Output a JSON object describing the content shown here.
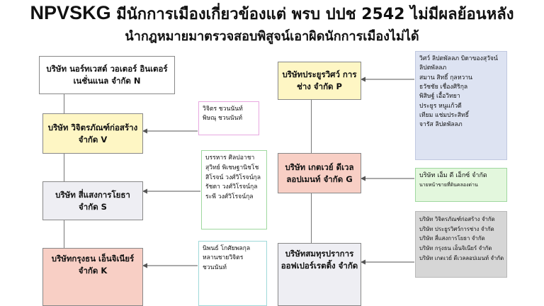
{
  "title": {
    "line1_prefix": "NPVSKG",
    "line1_rest": "มีนักการเมืองเกี่ยวข้องแต่ พรบ ปปช 2542 ไม่มีผลย้อนหลัง",
    "line2": "นำกฎหมายมาตรวจสอบพิสูจน์เอาผิดนักการเมืองไม่ได้"
  },
  "companies": {
    "n": {
      "line1": "บริษัท นอร์ทเวสต์ วอเตอร์ อินเตอร์",
      "line2": "เนชั่นแนล จำกัด N"
    },
    "v": {
      "line1": "บริษัท วิจิตรภัณฑ์ก่อสร้าง",
      "line2": "จำกัด V"
    },
    "s": {
      "line1": "บริษัท สี่แสงการโยธา",
      "line2": "จำกัด S"
    },
    "k": {
      "line1": "บริษัทกรุงธน เอ็นจิเนียร์",
      "line2": "จำกัด K"
    },
    "p": {
      "line1": "บริษัทประยูรวิศว์ การ",
      "line2": "ช่าง จำกัด P"
    },
    "g": {
      "line1": "บริษัท เกตเวย์ ดีเวล",
      "line2": "ลอปเมนท์ จำกัด G"
    },
    "o": {
      "line1": "บริษัทสมทุรปราการ",
      "line2": "ออฟเปอร์เรตติ้ง จำกัด"
    }
  },
  "notes": {
    "v_people": [
      "วิจิตร ชวนนันท์",
      "พิษณุ ชวนนันท์"
    ],
    "s_people": [
      "บรรหาร ศิลปอาชา",
      "สุวิทย์ พิเชษฐานิชโช",
      "สิโรจน์ วงศ์วิโรจน์กุล",
      "รัชดา วงศ์วิโรจน์กุล",
      "ระพี วงศ์วิโรจน์กุล"
    ],
    "k_people": [
      "นิพนธ์ โกศัยพลกุล",
      "หลานชายวิจิตร",
      "ชวนนันท์"
    ],
    "p_people": [
      "วิศว์ ลิปตพัลลภ บิดาของสุวัจน์",
      "ลิปตพัลลภ",
      "สมาน สิทธิ์ กุลหวาน",
      "ธวัชชัย เชื่องศิริกุล",
      "พิสิษฐ์ เอื้อวิทยา",
      "ประยูร หนูแก้วดี",
      "เทียม แช่มประสิทธิ์",
      "จารัส ลิปตพัลลภ"
    ],
    "g_people": [
      "บริษัท เอ็ม ดี เอ็กซ์ จำกัด",
      "นายหน้าขายที่ดินคลองด่าน"
    ],
    "o_members": [
      "บริษัท วิจิตรภัณฑ์ก่อสร้าง จำกัด",
      "บริษัท ประยูรวิศว์การช่าง จำกัด",
      "บริษัท สี่แสงการโยธา จำกัด",
      "บริษัท กรุงธน เอ็นจิเนียร์ จำกัด",
      "บริษัท เกตเวย์ ดีเวลลอปเมนท์ จำกัด"
    ]
  },
  "colors": {
    "n": "#ffffff",
    "v": "#fef6c4",
    "s": "#eeeef3",
    "k": "#f8cfc5",
    "p": "#fef6c4",
    "g": "#f8cfc5",
    "o": "#eeeef3",
    "note_v_border": "#e8a8e0",
    "note_s_border": "#9fd89f",
    "note_k_border": "#9fd8d8",
    "note_p_bg": "#dde3f2",
    "note_g_bg": "#e3f7dd",
    "note_o_bg": "#d6d6d6"
  }
}
